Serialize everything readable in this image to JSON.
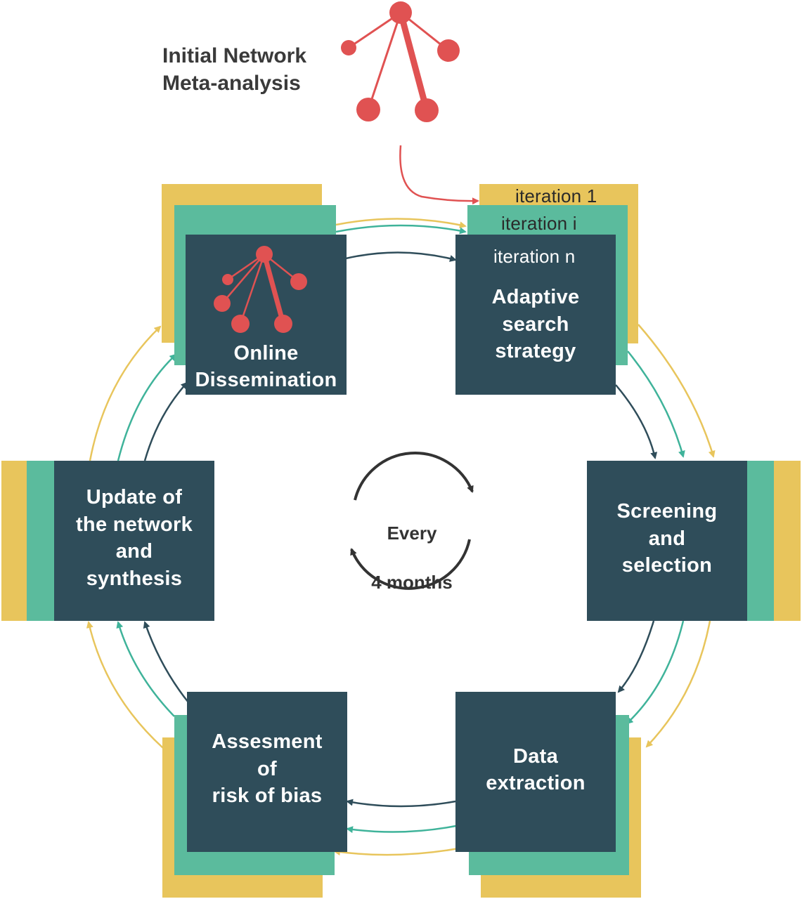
{
  "title": {
    "line1": "Initial Network",
    "line2": "Meta-analysis"
  },
  "center": {
    "line1": "Every",
    "line2": "4 months"
  },
  "iterations": {
    "first": "iteration 1",
    "middle": "iteration i",
    "last": "iteration n"
  },
  "steps": {
    "adaptive_search": "Adaptive\nsearch\nstrategy",
    "screening": "Screening\nand\nselection",
    "data_extraction": "Data\nextraction",
    "risk_of_bias": "Assesment\nof\nrisk of bias",
    "update": "Update of\nthe network\nand\nsynthesis",
    "online": "Online\nDissemination"
  },
  "colors": {
    "navy": "#2f4d5a",
    "teal": "#5bbb9d",
    "yellow": "#e8c55c",
    "red": "#e05252",
    "dark": "#3a3a3a"
  }
}
